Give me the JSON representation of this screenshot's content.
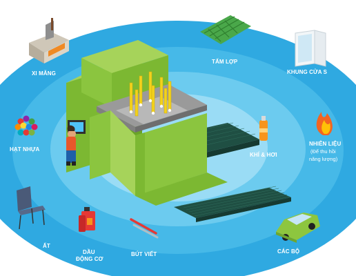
{
  "labels": {
    "cement": "XI MĂNG",
    "roof_sheet": "TẤM LỢP",
    "window_frame": "KHUNG CỬA S",
    "plastic_beads": "HẠT NHỰA",
    "fuel": "NHIÊN LIỆU",
    "fuel_note_1": "(Để thu hồi",
    "fuel_note_2": "năng lượng)",
    "gas": "KHÍ & HƠI",
    "chair": "ẤT",
    "engine_oil_1": "DẦU",
    "engine_oil_2": "ĐỘNG CƠ",
    "pens": "BÚT VIẾT",
    "car": "CÁC BỘ"
  },
  "colors": {
    "outer_ring": "#2fa9e1",
    "mid_ring": "#46b9e8",
    "inner_ring": "#6ccbef",
    "center_ring": "#9adcf5",
    "machine_green": "#8bc53f",
    "belt_dark": "#1f4f43"
  },
  "icons": [
    "cement-bag-icon",
    "roof-tile-icon",
    "window-frame-icon",
    "plastic-beads-icon",
    "fire-icon",
    "gas-can-icon",
    "chair-icon",
    "oil-can-icon",
    "pens-icon",
    "car-icon",
    "worker-icon",
    "recycling-machine-icon"
  ]
}
